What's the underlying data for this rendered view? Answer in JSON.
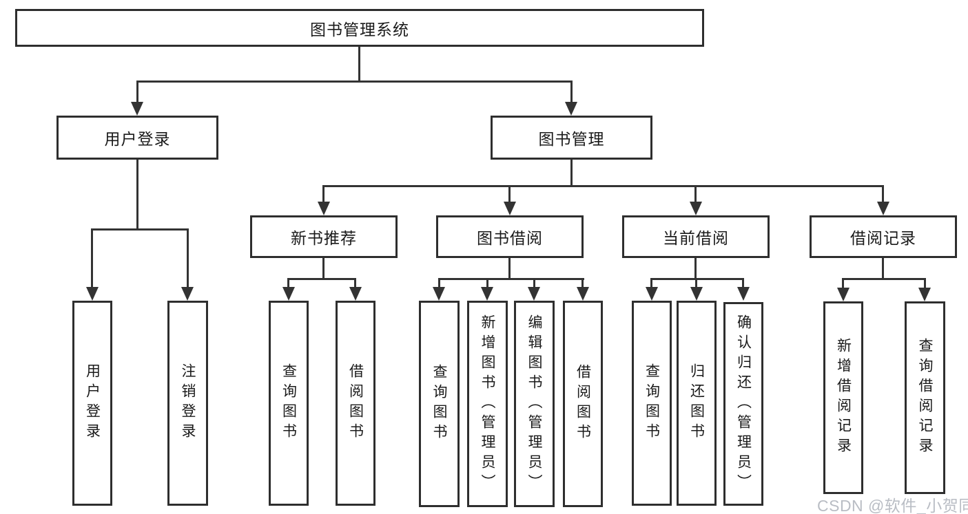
{
  "diagram_title": "图书管理系统",
  "watermark": "CSDN @软件_小贺同学",
  "colors": {
    "line": "#333333",
    "box_border": "#2e2e2e",
    "text": "#1a1a1a",
    "watermark": "#b9bdc4",
    "background": "#ffffff"
  },
  "tree": {
    "root": "图书管理系统",
    "children": [
      {
        "label": "用户登录",
        "children": [
          "用户登录",
          "注销登录"
        ]
      },
      {
        "label": "图书管理",
        "children": [
          {
            "label": "新书推荐",
            "children": [
              "查询图书",
              "借阅图书"
            ]
          },
          {
            "label": "图书借阅",
            "children": [
              "查询图书",
              "新增图书（管理员）",
              "编辑图书（管理员）",
              "借阅图书"
            ]
          },
          {
            "label": "当前借阅",
            "children": [
              "查询图书",
              "归还图书",
              "确认归还（管理员）"
            ]
          },
          {
            "label": "借阅记录",
            "children": [
              "新增借阅记录",
              "查询借阅记录"
            ]
          }
        ]
      }
    ]
  }
}
